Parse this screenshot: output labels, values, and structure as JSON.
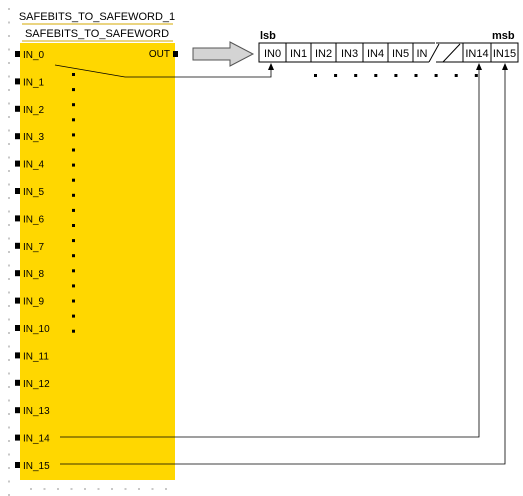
{
  "block": {
    "instance_name": "SAFEBITS_TO_SAFEWORD_1",
    "type_name": "SAFEBITS_TO_SAFEWORD",
    "output_label": "OUT",
    "inputs": [
      "IN_0",
      "IN_1",
      "IN_2",
      "IN_3",
      "IN_4",
      "IN_5",
      "IN_6",
      "IN_7",
      "IN_8",
      "IN_9",
      "IN_10",
      "IN_11",
      "IN_12",
      "IN_13",
      "IN_14",
      "IN_15"
    ]
  },
  "word": {
    "lsb_label": "lsb",
    "msb_label": "msb",
    "low_cells": [
      "IN0",
      "IN1",
      "IN2",
      "IN3",
      "IN4",
      "IN5",
      "IN"
    ],
    "high_cells": [
      "IN14",
      "IN15"
    ]
  },
  "colors": {
    "block_fill": "#FFD700",
    "line": "#000000",
    "grid_dot": "#c8c8c8",
    "arrow_fill": "#d4d4d4"
  }
}
